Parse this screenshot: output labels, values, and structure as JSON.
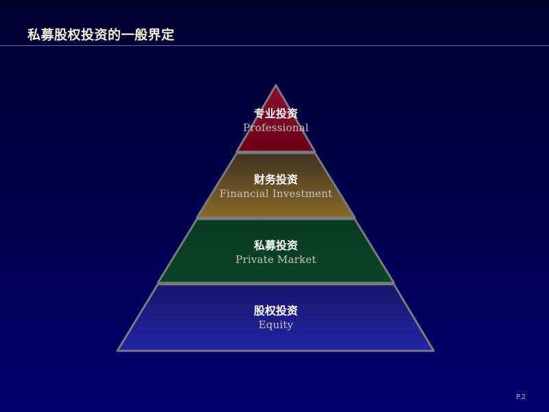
{
  "slide": {
    "title": "私募股权投资的一般界定",
    "page_number": "P.2"
  },
  "pyramid": {
    "levels": [
      {
        "cn": "专业投资",
        "en": "Professional",
        "color": "#7a0a22"
      },
      {
        "cn": "财务投资",
        "en": "Financial Investment",
        "color": "#7a5a22"
      },
      {
        "cn": "私募投资",
        "en": "Private Market",
        "color": "#0a3f22"
      },
      {
        "cn": "股权投资",
        "en": "Equity",
        "color": "#1e1e96"
      }
    ],
    "border_color": "#7a7a80"
  }
}
